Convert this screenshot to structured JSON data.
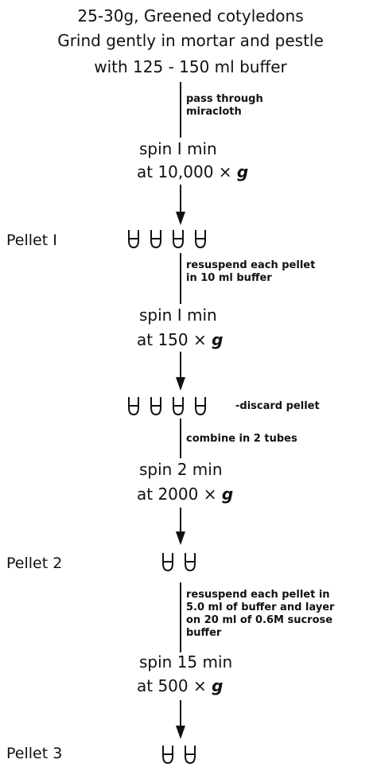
{
  "header": {
    "line1": "25-30g, Greened cotyledons",
    "line2": "Grind gently in mortar and pestle",
    "line3": "with 125 - 150 ml buffer"
  },
  "steps": {
    "note1": "pass through\nmiracloth",
    "spin1_a": "spin I min",
    "spin1_b_pre": "at 10,000 × ",
    "pellet1_label": "Pellet I",
    "note2": "resuspend each pellet\nin 10 ml buffer",
    "spin2_a": "spin I min",
    "spin2_b_pre": "at 150 × ",
    "discard_note": "-discard pellet",
    "note3": "combine in 2 tubes",
    "spin3_a": "spin 2 min",
    "spin3_b_pre": "at 2000 × ",
    "pellet2_label": "Pellet 2",
    "note4": "resuspend each pellet in\n5.0 ml of buffer and layer\non 20 ml of 0.6M sucrose\nbuffer",
    "spin4_a": "spin 15 min",
    "spin4_b_pre": "at 500 × ",
    "pellet3_label": "Pellet 3",
    "g_symbol": "g"
  }
}
